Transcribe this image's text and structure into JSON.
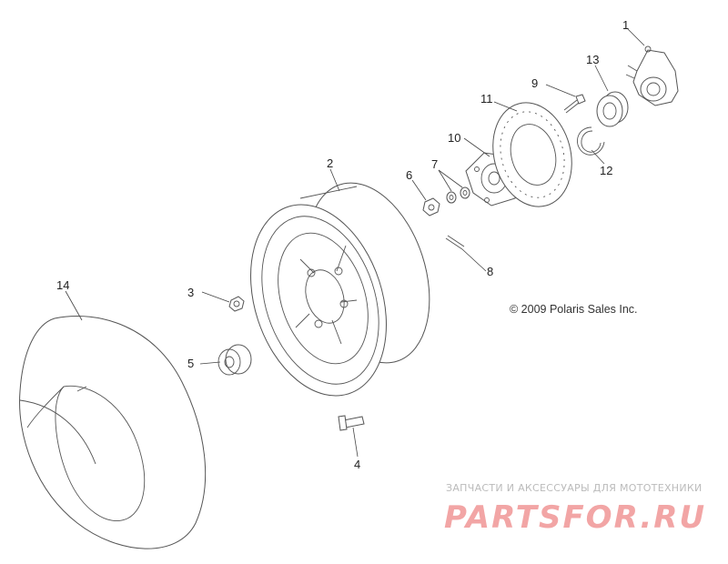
{
  "labels": {
    "p1": "1",
    "p2": "2",
    "p3": "3",
    "p4": "4",
    "p5": "5",
    "p6": "6",
    "p7": "7",
    "p8": "8",
    "p9": "9",
    "p10": "10",
    "p11": "11",
    "p12": "12",
    "p13": "13",
    "p14": "14"
  },
  "copyright": "© 2009 Polaris Sales Inc.",
  "watermark": {
    "tagline": "ЗАПЧАСТИ И АКСЕССУАРЫ ДЛЯ МОТОТЕХНИКИ",
    "brand": "PARTSFOR.RU"
  },
  "colors": {
    "line": "#555555",
    "watermark_brand": "#f2a5a5",
    "watermark_tagline": "#bbbbbb"
  }
}
